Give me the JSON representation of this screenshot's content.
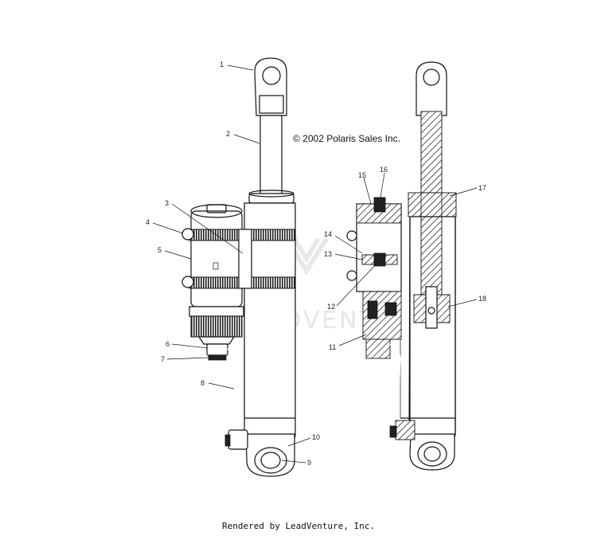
{
  "copyright": "© 2002 Polaris Sales Inc.",
  "footer": "Rendered by LeadVenture, Inc.",
  "watermark": "DVENTU",
  "callouts": [
    "1",
    "2",
    "3",
    "4",
    "5",
    "6",
    "7",
    "8",
    "9",
    "10",
    "11",
    "12",
    "13",
    "14",
    "15",
    "16",
    "17",
    "18"
  ],
  "colors": {
    "line": "#111111",
    "watermark": "#e6e6e6"
  }
}
